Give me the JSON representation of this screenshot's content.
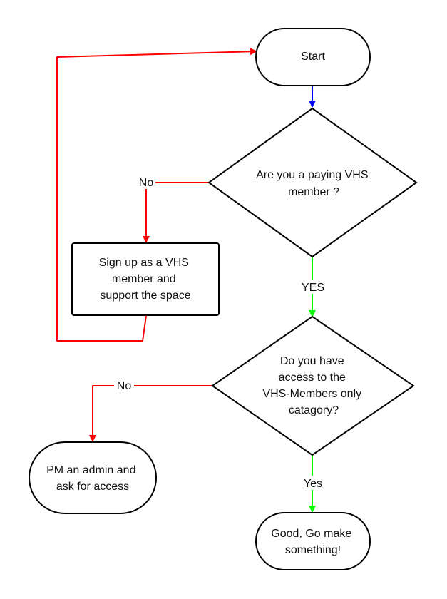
{
  "nodes": {
    "start": {
      "label": "Start"
    },
    "q1": {
      "lines": [
        "Are you a paying VHS",
        "member ?"
      ]
    },
    "signup": {
      "lines": [
        "Sign up as a VHS",
        "member and",
        "support the space"
      ]
    },
    "q2": {
      "lines": [
        "Do you have",
        "access to the",
        "VHS-Members only",
        "catagory?"
      ]
    },
    "pm_admin": {
      "lines": [
        "PM an admin and",
        "ask for access"
      ]
    },
    "good": {
      "lines": [
        "Good, Go make",
        "something!"
      ]
    }
  },
  "edges": {
    "q1_no": "No",
    "q1_yes": "YES",
    "q2_no": "No",
    "q2_yes": "Yes"
  },
  "colors": {
    "blue": "#0000ff",
    "red": "#ff0000",
    "green": "#00ff00",
    "stroke": "#000000"
  }
}
